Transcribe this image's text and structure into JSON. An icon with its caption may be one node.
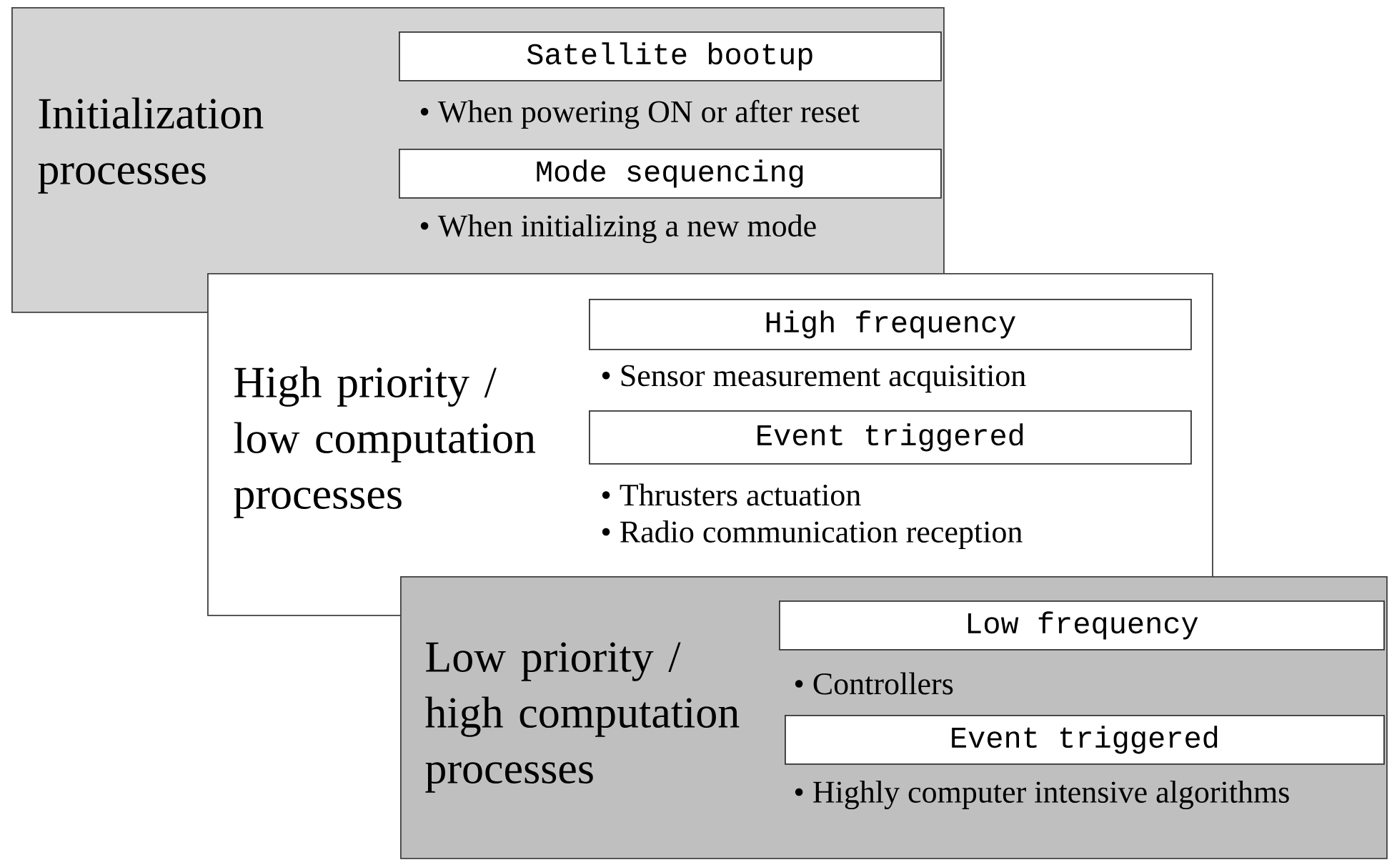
{
  "diagram": {
    "nodes": [
      {
        "text": [
          "Initialization processes",
          "• When powering ON or after reset",
          "• When initializing a new mode"
        ]
      },
      {
        "text": [
          "Satellite bootup"
        ],
        "in": 0
      },
      {
        "text": [
          "Mode sequencing"
        ],
        "in": 0
      },
      {
        "text": [
          "High priority / low computation processes",
          "• Sensor measurement acquisition",
          "• Thrusters actuation",
          "• Radio communication reception"
        ]
      },
      {
        "text": [
          "High frequency"
        ],
        "in": 3
      },
      {
        "text": [
          "Event triggered"
        ],
        "in": 3
      },
      {
        "text": [
          "Low priority / high computation processes",
          "• Controllers",
          "• Highly computer intensive algorithms"
        ]
      },
      {
        "text": [
          "Low frequency"
        ],
        "in": 6
      },
      {
        "text": [
          "Event triggered"
        ],
        "in": 6
      }
    ]
  }
}
